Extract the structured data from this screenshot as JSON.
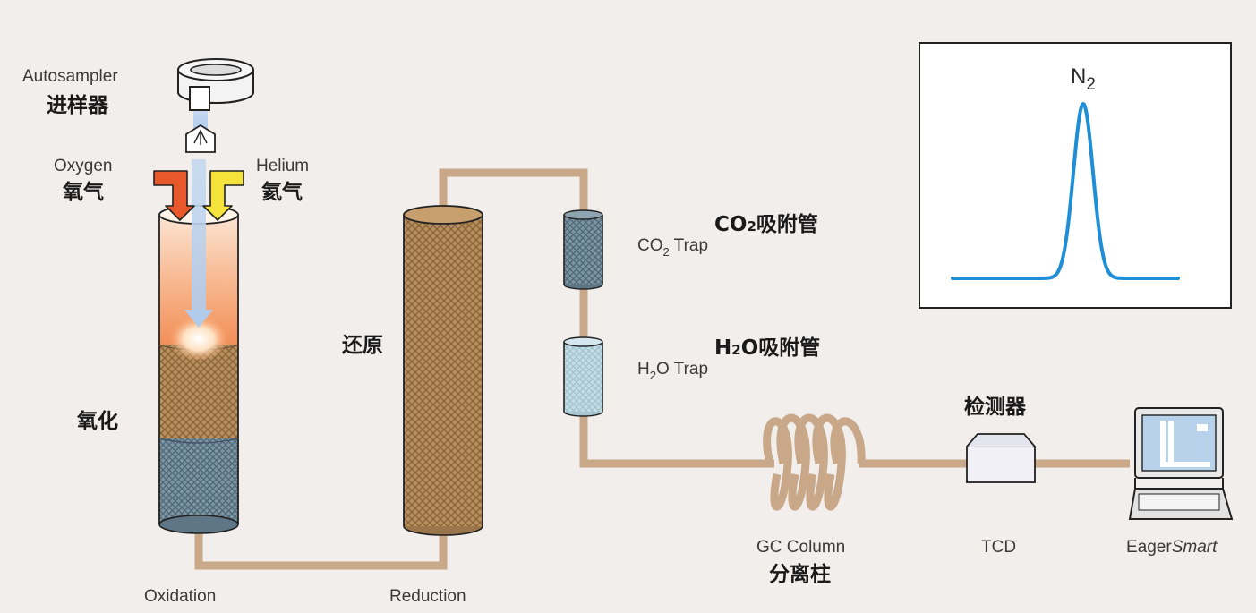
{
  "labels": {
    "autosampler_en": "Autosampler",
    "autosampler_cn": "进样器",
    "oxygen_en": "Oxygen",
    "oxygen_cn": "氧气",
    "helium_en": "Helium",
    "helium_cn": "氦气",
    "oxidation_cn": "氧化",
    "oxidation_en": "Oxidation",
    "reduction_cn": "还原",
    "reduction_en": "Reduction",
    "co2_trap_prefix": "CO",
    "co2_trap_sub": "2",
    "co2_trap_suffix": " Trap",
    "co2_trap_cn_prefix": "CO",
    "co2_trap_cn_sub": "2",
    "co2_trap_cn_suffix": "吸附管",
    "h2o_trap_prefix": "H",
    "h2o_trap_sub": "2",
    "h2o_trap_suffix": "O Trap",
    "h2o_trap_cn_prefix": "H",
    "h2o_trap_cn_sub": "2",
    "h2o_trap_cn_suffix": "O吸附管",
    "gc_column_en": "GC Column",
    "gc_column_cn": "分离柱",
    "detector_cn": "检测器",
    "tcd_en": "TCD",
    "eager_prefix": "Eager",
    "eager_suffix": "Smart",
    "peak_label": "N",
    "peak_label_sub": "2"
  },
  "colors": {
    "background": "#f2eeec",
    "tube": "#c8a888",
    "oxygen_arrow": "#e8582a",
    "helium_arrow": "#f5e23a",
    "peak_line": "#1e8fd6"
  }
}
